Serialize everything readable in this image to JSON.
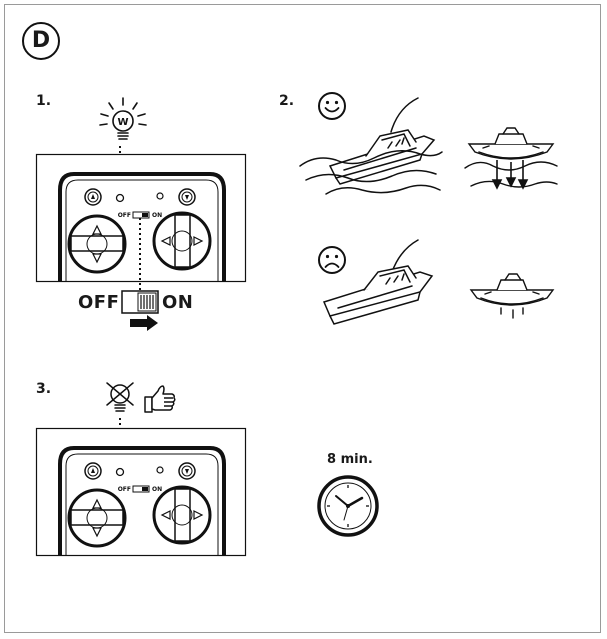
{
  "section": {
    "letter": "D"
  },
  "steps": {
    "step1": {
      "number": "1.",
      "bulb_letter": "W"
    },
    "step2": {
      "number": "2."
    },
    "step3": {
      "number": "3."
    }
  },
  "remote": {
    "switch_off_small": "OFF",
    "switch_on_small": "ON"
  },
  "power_switch": {
    "off_label": "OFF",
    "on_label": "ON"
  },
  "timer": {
    "label": "8 min."
  },
  "icons": {
    "bulb_lit": "light-bulb-on-icon",
    "bulb_off": "light-bulb-off-icon",
    "thumbs_up": "thumbs-up-icon",
    "smiley": "happy-face-icon",
    "frown": "sad-face-icon",
    "clock": "clock-icon",
    "arrow": "arrow-right-icon"
  }
}
